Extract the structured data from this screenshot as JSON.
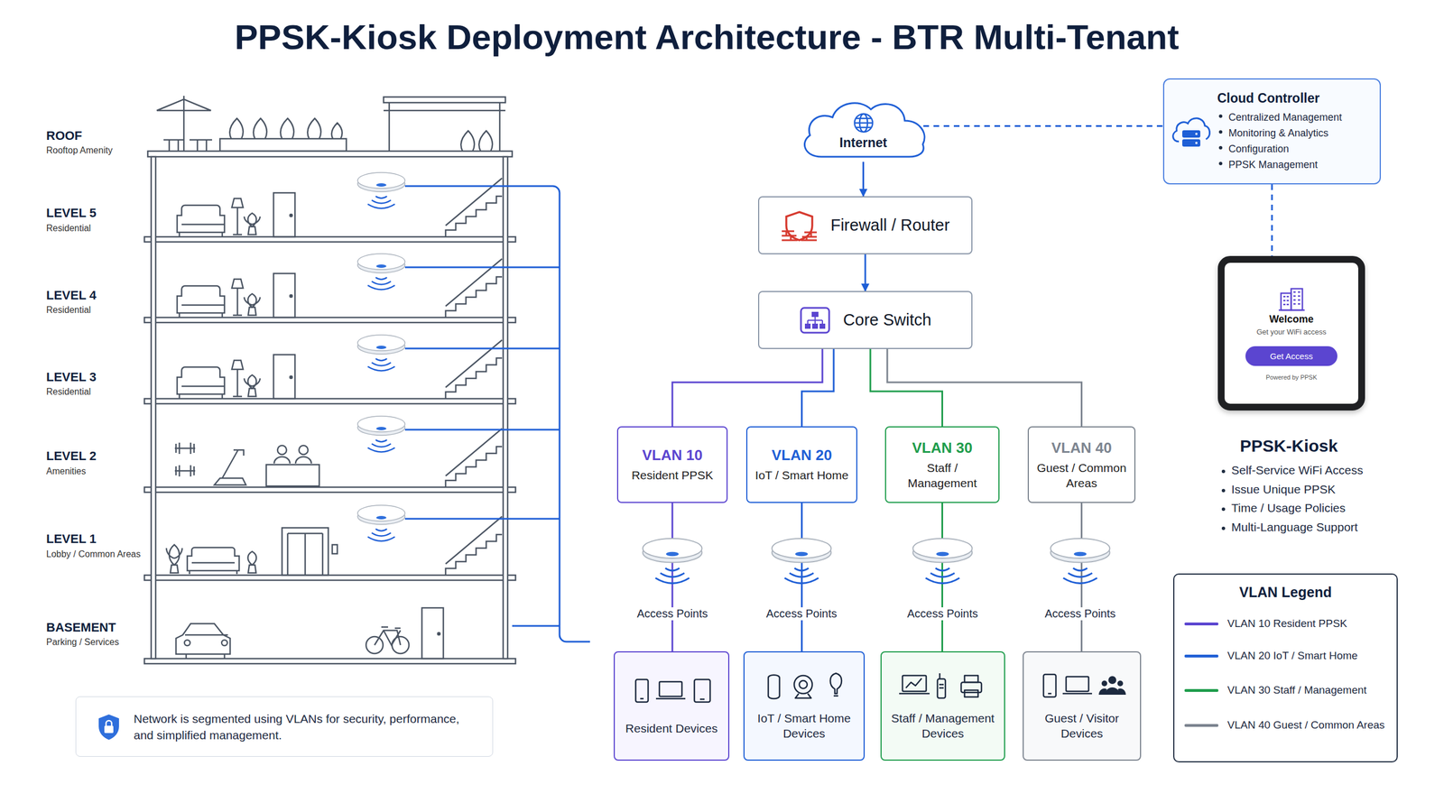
{
  "diagram": {
    "title": "PPSK-Kiosk Deployment Architecture - BTR Multi-Tenant",
    "nodes": [
      {
        "text": [
          "Internet"
        ]
      },
      {
        "text": [
          "Cloud Controller",
          "Centralized Management",
          "Monitoring & Analytics",
          "Configuration",
          "PPSK Management"
        ]
      },
      {
        "text": [
          "Firewall / Router"
        ]
      },
      {
        "text": [
          "Core Switch"
        ]
      },
      {
        "text": [
          "VLAN 10",
          "Resident PPSK"
        ]
      },
      {
        "text": [
          "VLAN 20",
          "IoT / Smart Home"
        ]
      },
      {
        "text": [
          "VLAN 30",
          "Staff / Management"
        ]
      },
      {
        "text": [
          "VLAN 40",
          "Guest / Common Areas"
        ]
      },
      {
        "text": [
          "Resident Devices"
        ]
      },
      {
        "text": [
          "IoT / Smart Home Devices"
        ]
      },
      {
        "text": [
          "Staff / Management Devices"
        ]
      },
      {
        "text": [
          "Guest / Visitor Devices"
        ]
      },
      {
        "text": [
          "Welcome",
          "Get your WiFi access",
          "Powered by PPSK"
        ]
      },
      {
        "text": [
          "Get Access"
        ],
        "in": 12
      },
      {
        "text": [
          "Network is segmented using VLANs for security, performance, and simplified management."
        ]
      }
    ],
    "edges": [
      {
        "from": 0,
        "to": 2,
        "arrow": "to"
      },
      {
        "from": 2,
        "to": 3,
        "arrow": "to"
      },
      {
        "from": 3,
        "to": 4,
        "arrow": "none"
      },
      {
        "from": 3,
        "to": 5,
        "arrow": "none"
      },
      {
        "from": 3,
        "to": 6,
        "arrow": "none"
      },
      {
        "from": 3,
        "to": 7,
        "arrow": "none"
      },
      {
        "from": 4,
        "to": 8,
        "arrow": "none"
      },
      {
        "from": 5,
        "to": 9,
        "arrow": "none"
      },
      {
        "from": 6,
        "to": 10,
        "arrow": "none"
      },
      {
        "from": 7,
        "to": 11,
        "arrow": "none"
      },
      {
        "from": 0,
        "to": 1,
        "arrow": "none"
      },
      {
        "from": 1,
        "to": 12,
        "arrow": "none"
      }
    ],
    "labels": [
      "ROOF",
      "Rooftop Amenity",
      "LEVEL 5",
      "Residential",
      "LEVEL 4",
      "Residential",
      "LEVEL 3",
      "Residential",
      "LEVEL 2",
      "Amenities",
      "LEVEL 1",
      "Lobby / Common Areas",
      "BASEMENT",
      "Parking / Services",
      "Access Points",
      "Access Points",
      "Access Points",
      "Access Points",
      "PPSK-Kiosk",
      "Self-Service WiFi Access",
      "Issue Unique PPSK",
      "Time / Usage Policies",
      "Multi-Language Support",
      "VLAN Legend"
    ],
    "legend": [
      {
        "text": "VLAN 10 Resident PPSK"
      },
      {
        "text": "VLAN 20 IoT / Smart Home"
      },
      {
        "text": "VLAN 30 Staff / Management"
      },
      {
        "text": "VLAN 40 Guest / Common Areas"
      }
    ]
  }
}
